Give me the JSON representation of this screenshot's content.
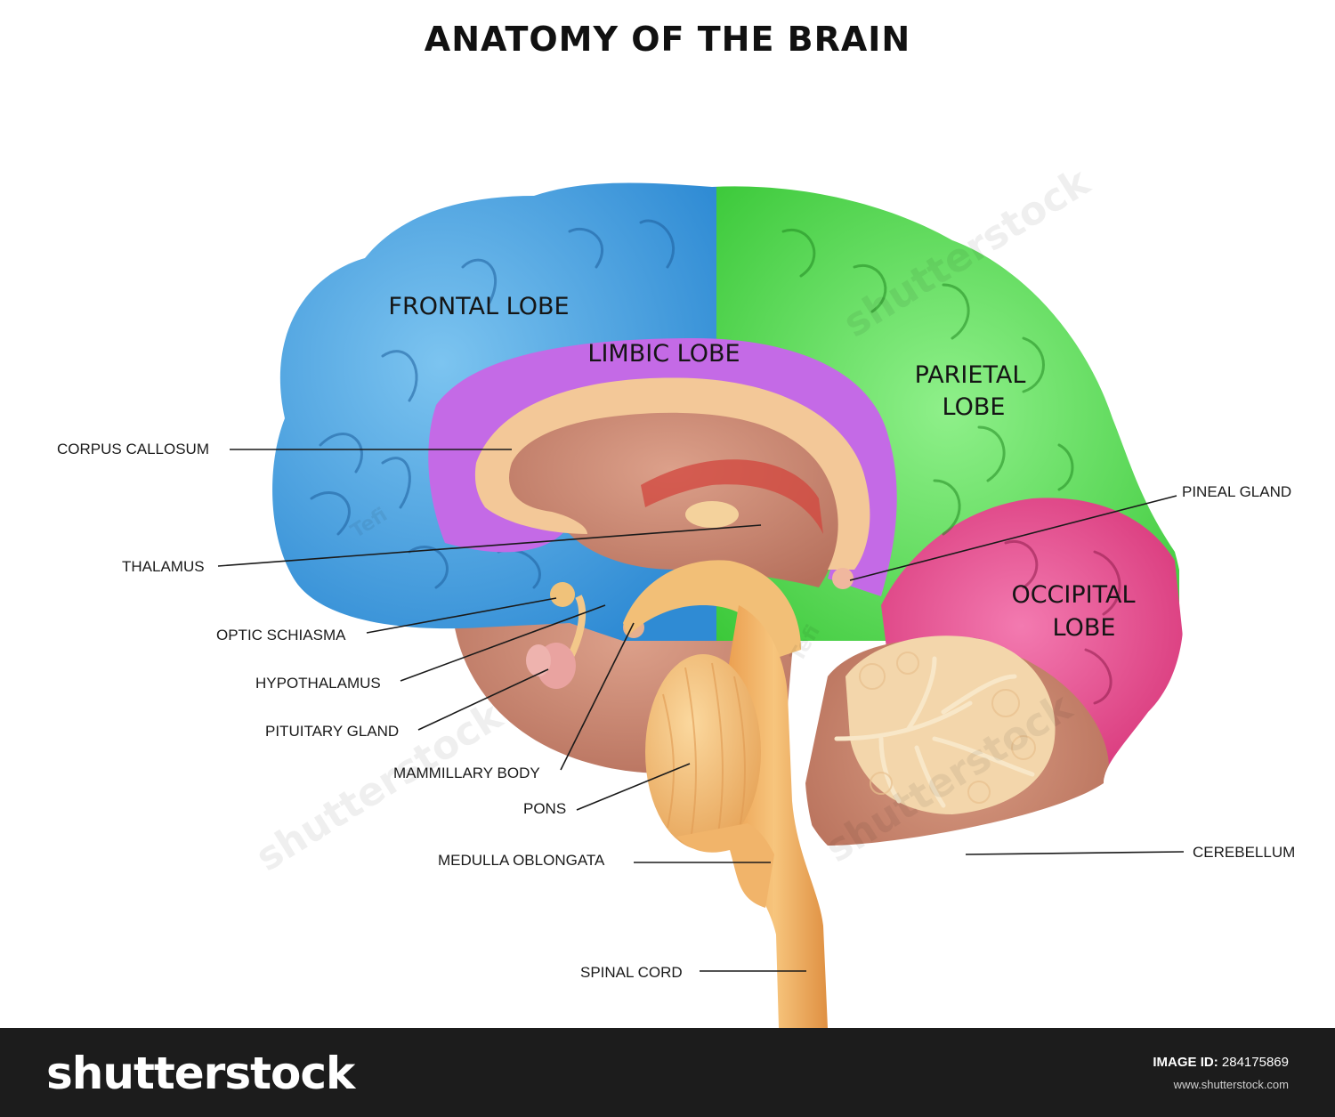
{
  "title": "ANATOMY OF THE BRAIN",
  "lobes": {
    "frontal": [
      "FRONTAL LOBE"
    ],
    "limbic": [
      "LIMBIC LOBE"
    ],
    "parietal": [
      "PARIETAL",
      "LOBE"
    ],
    "occipital": [
      "OCCIPITAL",
      "LOBE"
    ]
  },
  "labels": {
    "corpus_callosum": "CORPUS CALLOSUM",
    "thalamus": "THALAMUS",
    "optic_schiasma": "OPTIC SCHIASMA",
    "hypothalamus": "HYPOTHALAMUS",
    "pituitary_gland": "PITUITARY GLAND",
    "mammillary_body": "MAMMILLARY BODY",
    "pons": "PONS",
    "medulla_oblongata": "MEDULLA OBLONGATA",
    "spinal_cord": "SPINAL CORD",
    "pineal_gland": "PINEAL GLAND",
    "cerebellum": "CEREBELLUM"
  },
  "watermark": {
    "brand": "shutterstock",
    "author": "Tefi"
  },
  "footer": {
    "brand": "shutterstock",
    "image_id_label": "IMAGE ID:",
    "image_id_value": "284175869",
    "site": "www.shutterstock.com"
  },
  "colors": {
    "frontal": "#3f9ee2",
    "limbic": "#c46ae6",
    "parietal": "#52d84a",
    "occipital": "#e33c84",
    "corpus_callosum": "#f1c79a",
    "inner_tissue": "#c98770",
    "brainstem": "#f0b46a",
    "cerebellum_arbor": "#f3d6ab",
    "cerebellum": "#c98570"
  }
}
